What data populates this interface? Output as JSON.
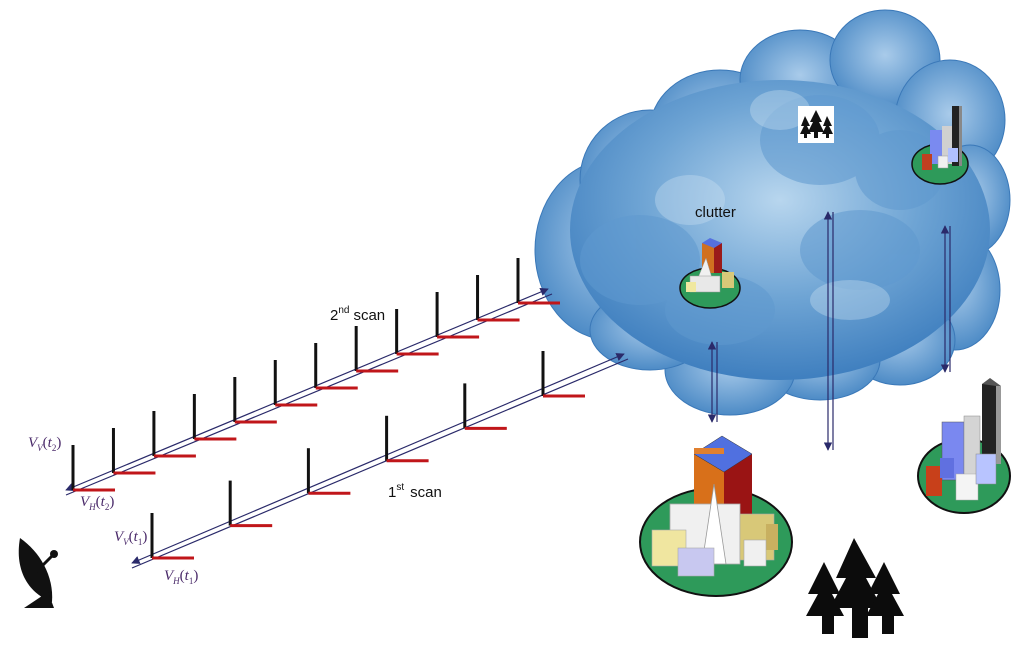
{
  "labels": {
    "clutter": "clutter",
    "scan2_num": "2",
    "scan2_sup": "nd",
    "scan2_word": "scan",
    "scan1_num": "1",
    "scan1_sup": "st",
    "scan1_word": "scan",
    "vv_t2_v": "V",
    "vv_t2_sub": "V",
    "vv_t2_arg": "t",
    "vv_t2_idx": "2",
    "vh_t2_v": "V",
    "vh_t2_sub": "H",
    "vh_t2_arg": "t",
    "vh_t2_idx": "2",
    "vv_t1_v": "V",
    "vv_t1_sub": "V",
    "vv_t1_arg": "t",
    "vv_t1_idx": "1",
    "vh_t1_v": "V",
    "vh_t1_sub": "H",
    "vh_t1_arg": "t",
    "vh_t1_idx": "1"
  },
  "icons": {
    "radar": "radar-dish-icon",
    "forest": "pine-trees-icon",
    "church": "church-building-icon",
    "city": "city-buildings-icon",
    "small_trees": "small-trees-icon"
  },
  "colors": {
    "vertical_pol": "#111111",
    "horizontal_pol": "#c0161a",
    "track": "#2a2a6a",
    "cloud": "#4f8dc4",
    "ground": "#2e9a5a"
  }
}
